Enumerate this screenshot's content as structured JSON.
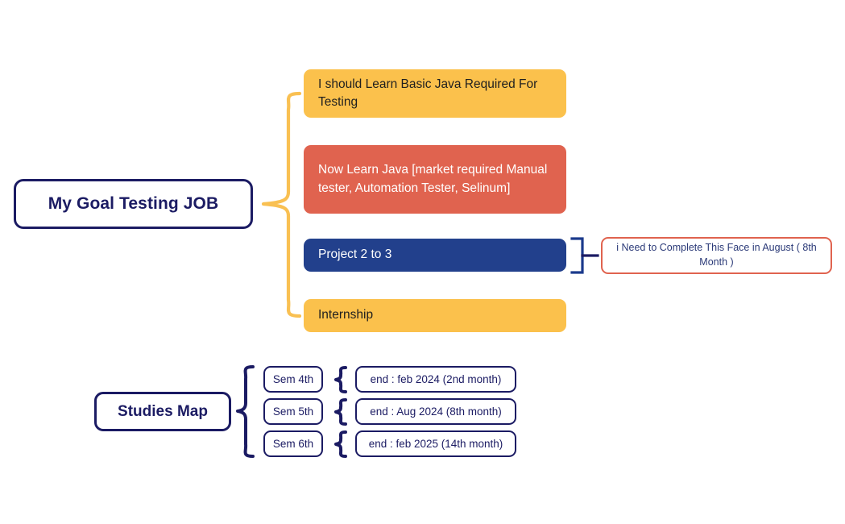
{
  "diagram": {
    "title_text": "My Goal Testing JOB",
    "root": {
      "label": "My Goal Testing JOB"
    },
    "branches": [
      {
        "label": "I should Learn Basic Java Required For Testing",
        "color": "#fbc14c",
        "text_color": "#1f1f1f"
      },
      {
        "label": "Now Learn Java [market required Manual tester, Automation Tester, Selinum]",
        "color": "#e0634f",
        "text_color": "#ffffff"
      },
      {
        "label": "Project 2 to 3",
        "color": "#22408c",
        "text_color": "#ffffff"
      },
      {
        "label": "Internship",
        "color": "#fbc14c",
        "text_color": "#1f1f1f"
      }
    ],
    "note": {
      "label": "i Need to Complete This Face in August ( 8th Month )",
      "border_color": "#e0634f",
      "text_color": "#2b3a78"
    },
    "studies_map": {
      "label": "Studies Map",
      "semesters": [
        {
          "label": "Sem 4th",
          "end": "end : feb 2024 (2nd month)"
        },
        {
          "label": "Sem 5th",
          "end": "end : Aug 2024 (8th month)"
        },
        {
          "label": "Sem 6th",
          "end": "end : feb 2025 (14th month)"
        }
      ]
    },
    "colors": {
      "navy_outline": "#1b1b63",
      "navy_fill": "#22408c",
      "yellow": "#fbc14c",
      "coral": "#e0634f",
      "brace_yellow": "#f9c052",
      "background": "#ffffff"
    },
    "connectors": {
      "main_brace": "yellow-curly-brace",
      "project_bracket": "navy-square-bracket",
      "studies_brace": "navy-curly-brace",
      "semester_braces": "navy-curly-brace"
    }
  }
}
